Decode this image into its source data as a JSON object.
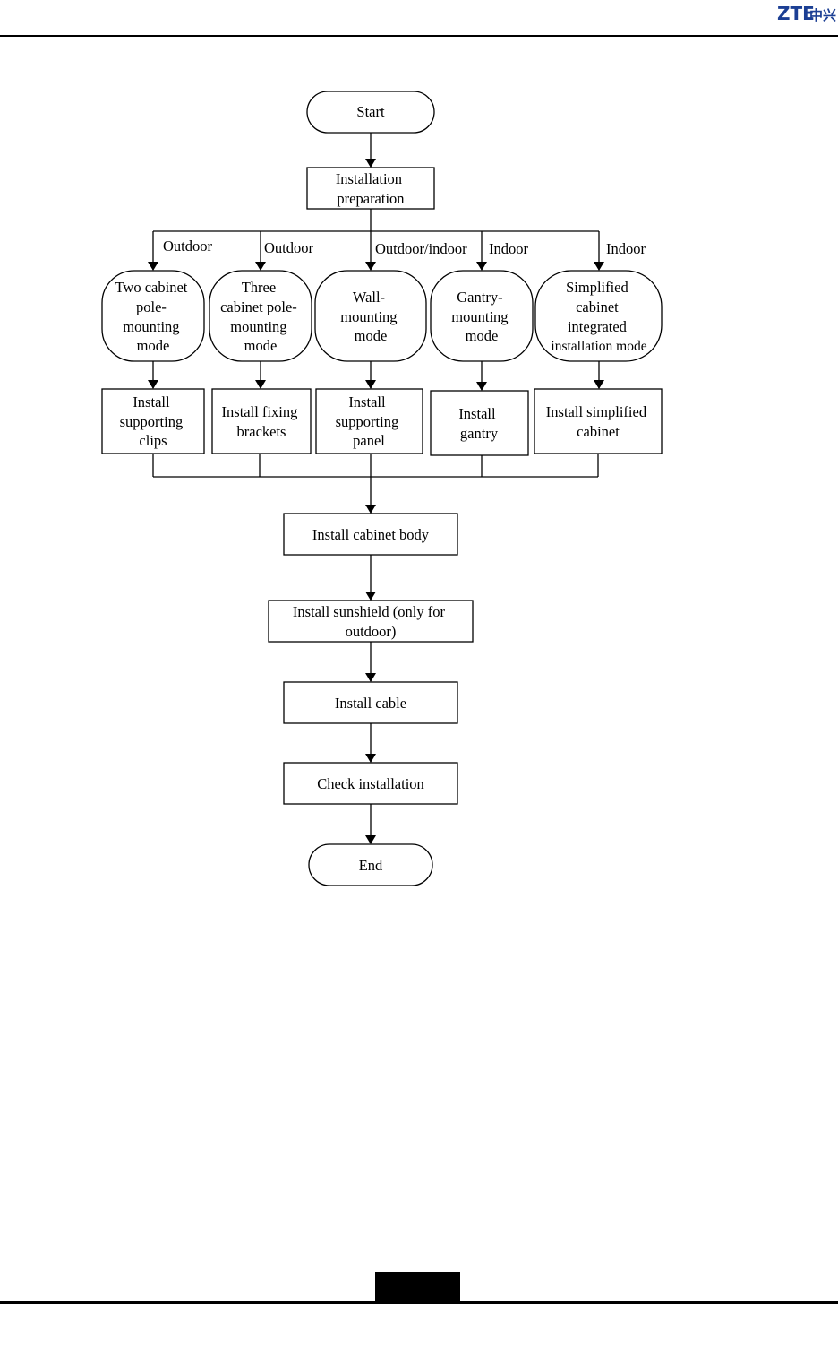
{
  "header": {
    "logo_latin": "ZTE",
    "logo_cjk": "中兴",
    "brand_color": "#1c3f94"
  },
  "flowchart": {
    "start": "Start",
    "preparation": [
      "Installation",
      "preparation"
    ],
    "branch_labels": [
      "Outdoor",
      "Outdoor",
      "Outdoor/indoor",
      "Indoor",
      "Indoor"
    ],
    "modes": [
      [
        "Two cabinet",
        "pole-",
        "mounting",
        "mode"
      ],
      [
        "Three",
        "cabinet pole-",
        "mounting",
        "mode"
      ],
      [
        "Wall-",
        "mounting",
        "mode"
      ],
      [
        "Gantry-",
        "mounting",
        "mode"
      ],
      [
        "Simplified",
        "cabinet",
        "integrated",
        "installation mode"
      ]
    ],
    "install_steps": [
      [
        "Install",
        "supporting",
        "clips"
      ],
      [
        "Install fixing",
        "brackets"
      ],
      [
        "Install",
        "supporting",
        "panel"
      ],
      [
        "Install",
        "gantry"
      ],
      [
        "Install simplified",
        "cabinet"
      ]
    ],
    "cabinet_body": "Install cabinet body",
    "sunshield": [
      "Install sunshield (only for",
      "outdoor)"
    ],
    "cable": "Install cable",
    "check": "Check installation",
    "end": "End"
  }
}
